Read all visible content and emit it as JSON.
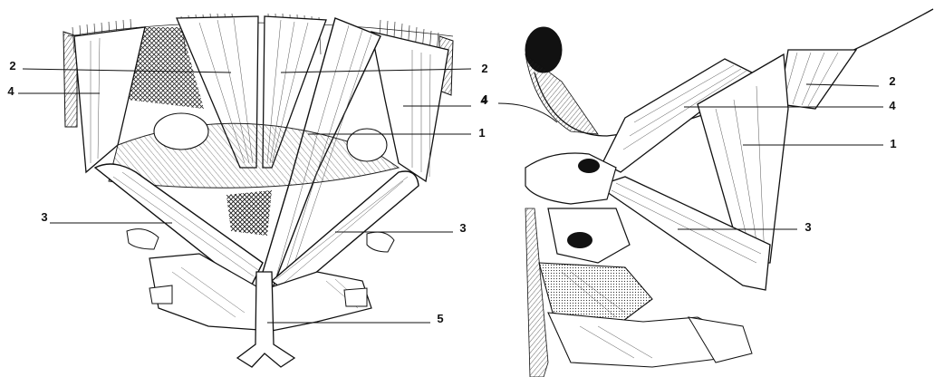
{
  "figure": {
    "left_view": {
      "labels": [
        {
          "id": "2a",
          "text": "2"
        },
        {
          "id": "2b",
          "text": "2"
        },
        {
          "id": "4a",
          "text": "4"
        },
        {
          "id": "4b",
          "text": "4"
        },
        {
          "id": "1",
          "text": "1"
        },
        {
          "id": "3a",
          "text": "3"
        },
        {
          "id": "3b",
          "text": "3"
        },
        {
          "id": "5",
          "text": "5"
        }
      ]
    },
    "right_view": {
      "labels": [
        {
          "id": "2",
          "text": "2"
        },
        {
          "id": "4a",
          "text": "4"
        },
        {
          "id": "4b",
          "text": "4"
        },
        {
          "id": "1",
          "text": "1"
        },
        {
          "id": "3",
          "text": "3"
        }
      ]
    }
  },
  "colors": {
    "ink": "#1a1a1a",
    "paper": "#ffffff"
  }
}
